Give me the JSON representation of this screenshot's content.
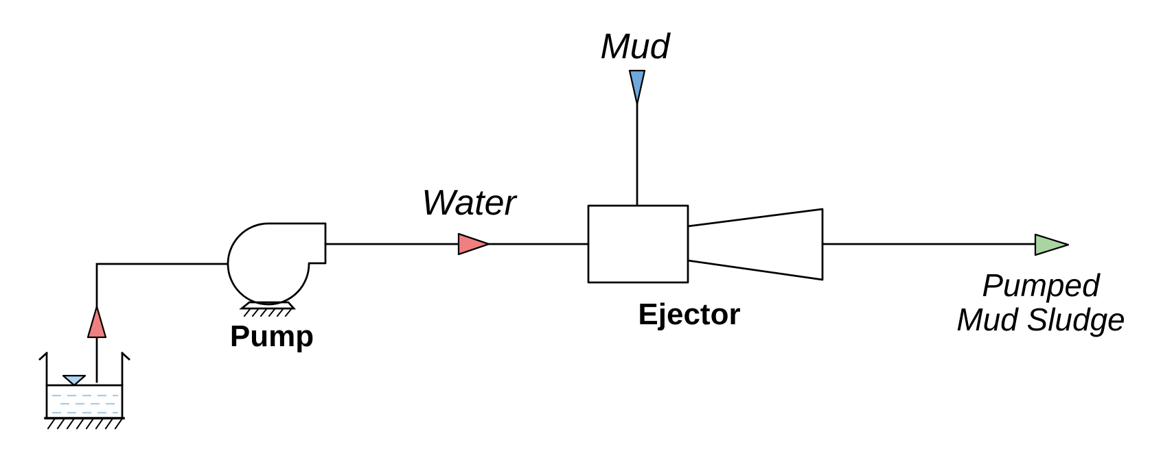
{
  "diagram": {
    "background": "#ffffff",
    "stroke_color": "#000000",
    "labels": {
      "mud": "Mud",
      "water": "Water",
      "pump": "Pump",
      "ejector": "Ejector",
      "pumped_sludge_line1": "Pumped",
      "pumped_sludge_line2": "Mud Sludge"
    },
    "colors": {
      "water_arrow": "#F08080",
      "mud_arrow": "#6FA8DC",
      "sludge_arrow": "#A9D5A2",
      "level_marker": "#AED6F1",
      "water_dash": "#A9CCE3"
    },
    "symbols": [
      {
        "name": "water-tank-symbol"
      },
      {
        "name": "water-level-marker-icon"
      },
      {
        "name": "centrifugal-pump-symbol"
      },
      {
        "name": "ejector-mixing-chamber-symbol"
      },
      {
        "name": "diffuser-nozzle-symbol"
      },
      {
        "name": "upward-flow-arrow-icon"
      },
      {
        "name": "water-flow-arrow-icon"
      },
      {
        "name": "mud-flow-arrow-icon"
      },
      {
        "name": "sludge-flow-arrow-icon"
      }
    ]
  }
}
